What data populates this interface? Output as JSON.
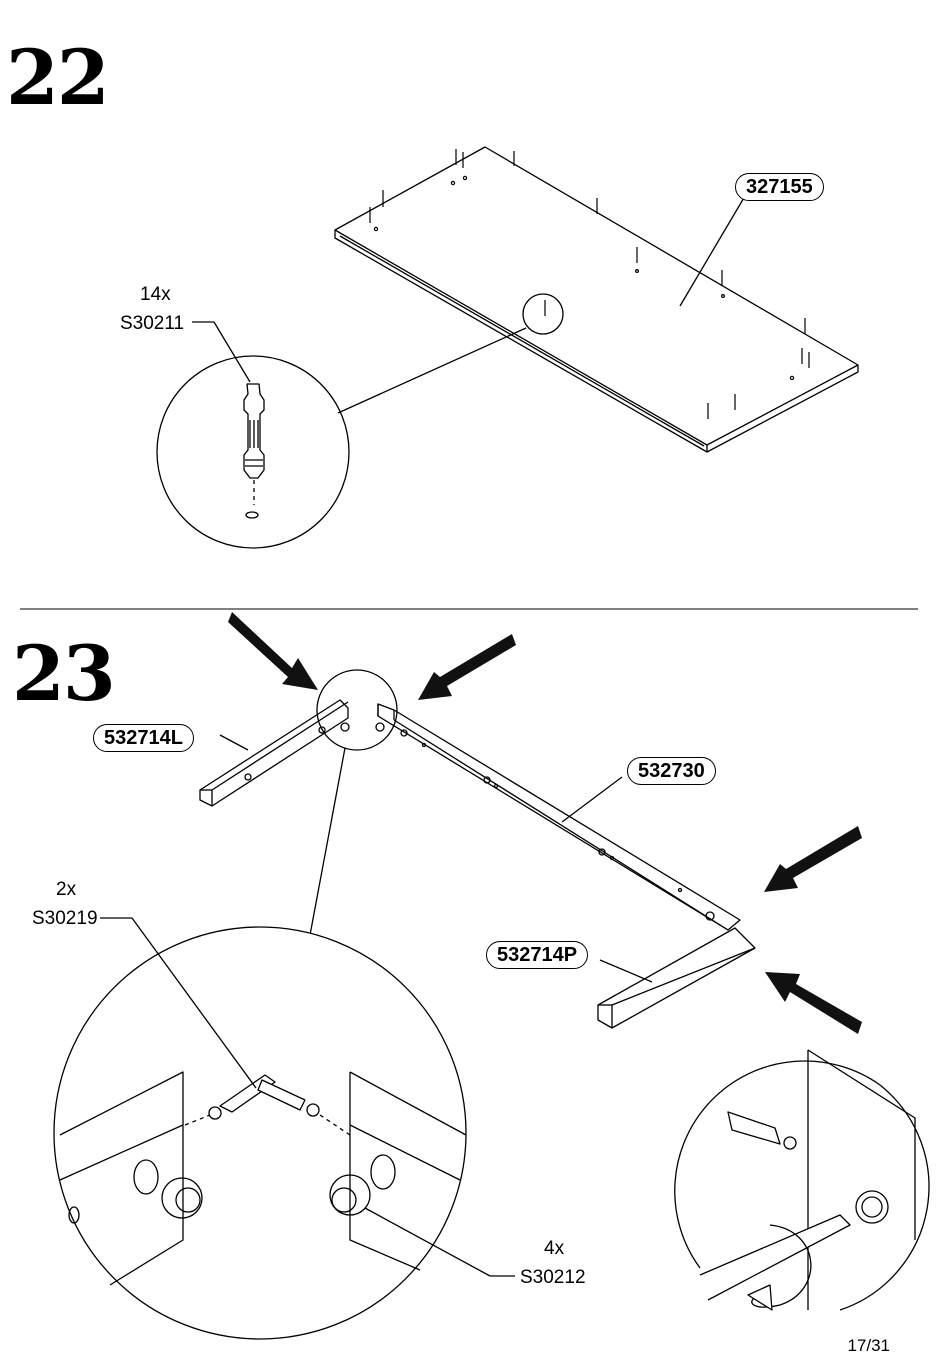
{
  "page": "17/31",
  "steps": [
    {
      "number": "22",
      "part_label": "327155",
      "fittings": [
        {
          "count": "14x",
          "code": "S30211"
        }
      ]
    },
    {
      "number": "23",
      "part_labels": [
        "532714L",
        "532730",
        "532714P"
      ],
      "fittings": [
        {
          "count": "2x",
          "code": "S30219"
        },
        {
          "count": "4x",
          "code": "S30212"
        }
      ]
    }
  ]
}
